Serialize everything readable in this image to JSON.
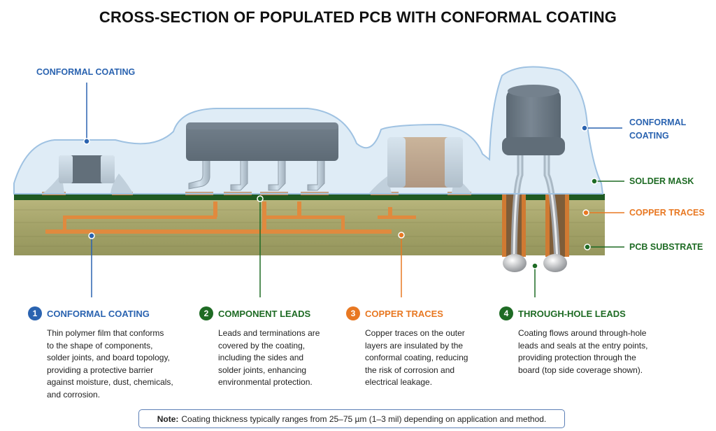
{
  "title": "CROSS-SECTION OF POPULATED PCB WITH CONFORMAL COATING",
  "labels": {
    "top_left": "CONFORMAL COATING",
    "right_coating_1": "CONFORMAL",
    "right_coating_2": "COATING",
    "solder_mask": "SOLDER MASK",
    "copper_traces": "COPPER TRACES",
    "pcb_substrate": "PCB SUBSTRATE"
  },
  "sections": [
    {
      "number": "1",
      "title": "CONFORMAL COATING",
      "lines": [
        "Thin polymer film that conforms",
        "to the shape of components,",
        "solder joints, and board topology,",
        "providing a protective barrier",
        "against moisture, dust, chemicals,",
        "and corrosion."
      ]
    },
    {
      "number": "2",
      "title": "COMPONENT LEADS",
      "lines": [
        "Leads and terminations are",
        "covered by the coating,",
        "including the sides and",
        "solder joints, enhancing",
        "environmental protection."
      ]
    },
    {
      "number": "3",
      "title": "COPPER TRACES",
      "lines": [
        "Copper traces on the outer",
        "layers are insulated by the",
        "conformal coating, reducing",
        "the risk of corrosion and",
        "electrical leakage."
      ]
    },
    {
      "number": "4",
      "title": "THROUGH-HOLE LEADS",
      "lines": [
        "Coating flows around through-hole",
        "leads and seals at the entry points,",
        "providing protection through the",
        "board (top side coverage shown)."
      ]
    }
  ],
  "note": {
    "label": "Note:",
    "text": "Coating thickness typically ranges from 25–75 µm (1–3 mil) depending on application and method."
  },
  "colors": {
    "blue": "#2a63b0",
    "green": "#1e6b24",
    "orange": "#e87822",
    "substrate": "#a9a76c",
    "coating": "#bcd6ea",
    "chip": "#1f1f21"
  }
}
